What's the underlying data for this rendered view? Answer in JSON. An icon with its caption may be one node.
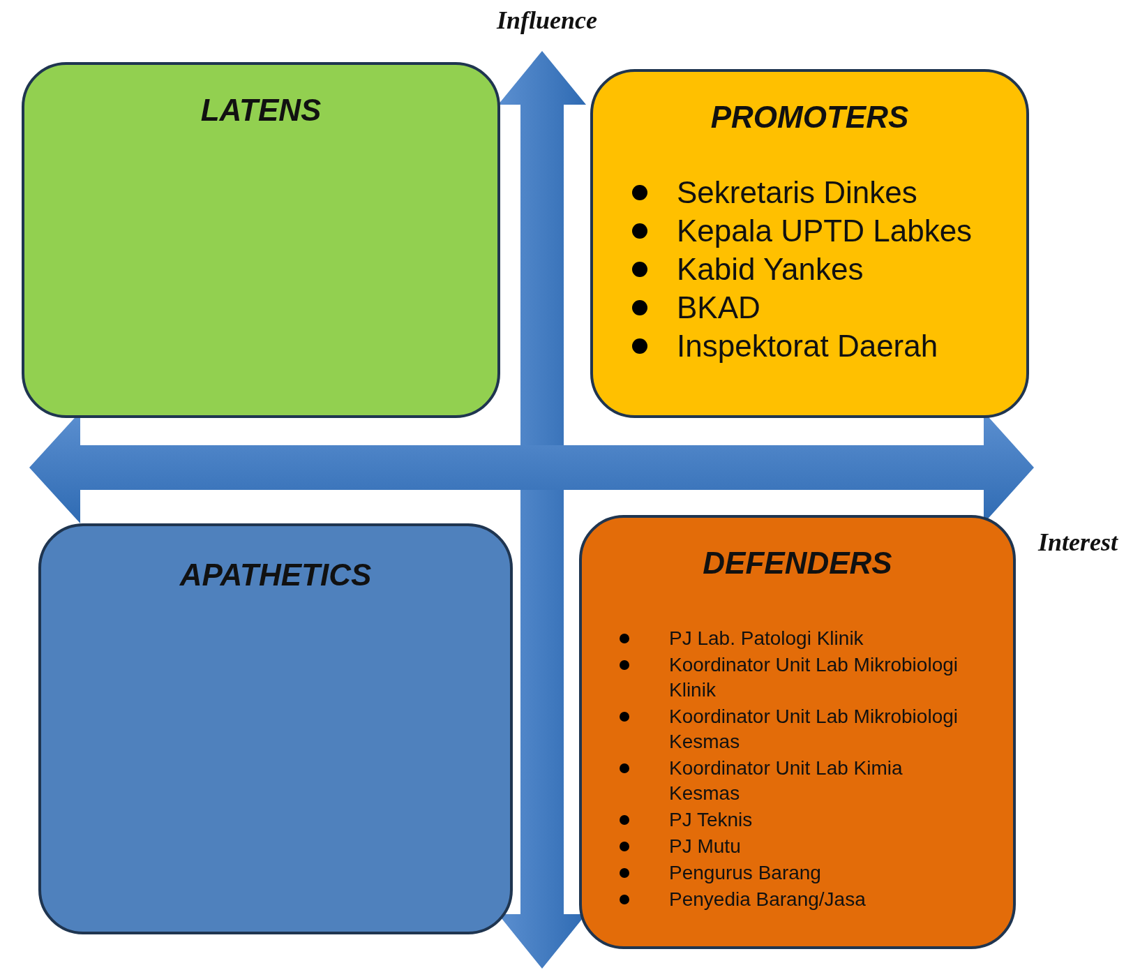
{
  "diagram": {
    "nodes": [
      {
        "text": [
          "LATENS"
        ]
      },
      {
        "text": [
          "PROMOTERS",
          "Sekretaris Dinkes",
          "Kepala UPTD Labkes",
          "Kabid Yankes",
          "BKAD",
          "Inspektorat Daerah"
        ]
      },
      {
        "text": [
          "APATHETICS"
        ]
      },
      {
        "text": [
          "DEFENDERS",
          "PJ Lab. Patologi Klinik",
          "Koordinator Unit Lab Mikrobiologi Klinik",
          "Koordinator Unit Lab Mikrobiologi Kesmas",
          "Koordinator Unit Lab Kimia Kesmas",
          "PJ Teknis",
          "PJ Mutu",
          "Pengurus Barang",
          "Penyedia Barang/Jasa"
        ]
      }
    ],
    "edges": [],
    "labels": [
      "Influence",
      "Interest"
    ]
  }
}
